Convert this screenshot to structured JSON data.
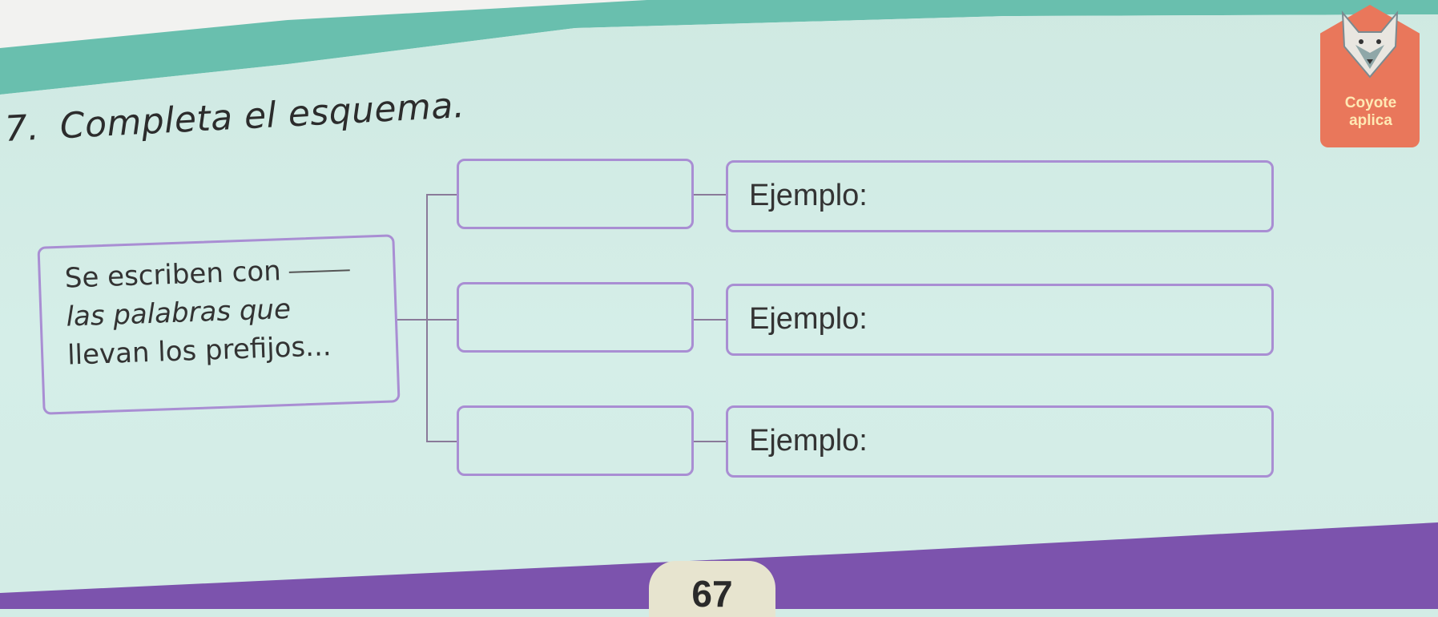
{
  "page": {
    "number": "67"
  },
  "exercise": {
    "number": "7.",
    "instruction": "Completa el esquema."
  },
  "badge": {
    "line1": "Coyote",
    "line2": "aplica"
  },
  "rule": {
    "line1": "Se escriben con",
    "line2": "las palabras que",
    "line3": "llevan los prefijos..."
  },
  "rows": [
    {
      "prefix": "",
      "example_label": "Ejemplo:"
    },
    {
      "prefix": "",
      "example_label": "Ejemplo:"
    },
    {
      "prefix": "",
      "example_label": "Ejemplo:"
    }
  ],
  "colors": {
    "box_border": "#a98ed3",
    "top_band": "#69bfae",
    "bottom_band": "#7c53ad",
    "badge": "#e9775b"
  }
}
